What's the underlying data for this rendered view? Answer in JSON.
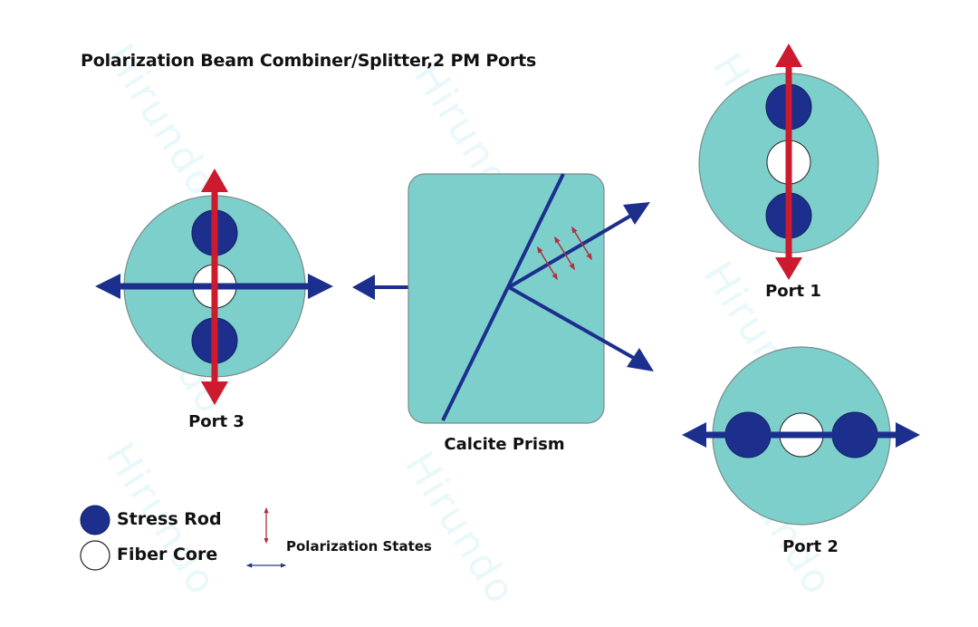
{
  "title": "Polarization Beam Combiner/Splitter,2 PM Ports",
  "watermark": "Hirundo",
  "components": {
    "port1": {
      "label": "Port 1",
      "polarization": "vertical"
    },
    "port2": {
      "label": "Port 2",
      "polarization": "horizontal"
    },
    "port3": {
      "label": "Port 3",
      "polarization": "vertical + horizontal"
    },
    "prism": {
      "label": "Calcite Prism"
    }
  },
  "legend": {
    "stress_rod": "Stress Rod",
    "fiber_core": "Fiber Core",
    "polarization_states": "Polarization States"
  },
  "colors": {
    "cladding": "#7dcfcb",
    "stress_rod": "#1c2f8c",
    "beam_blue": "#1c2f8c",
    "beam_red": "#cc1a2e",
    "core": "#ffffff",
    "outline": "#7a8a8a"
  }
}
